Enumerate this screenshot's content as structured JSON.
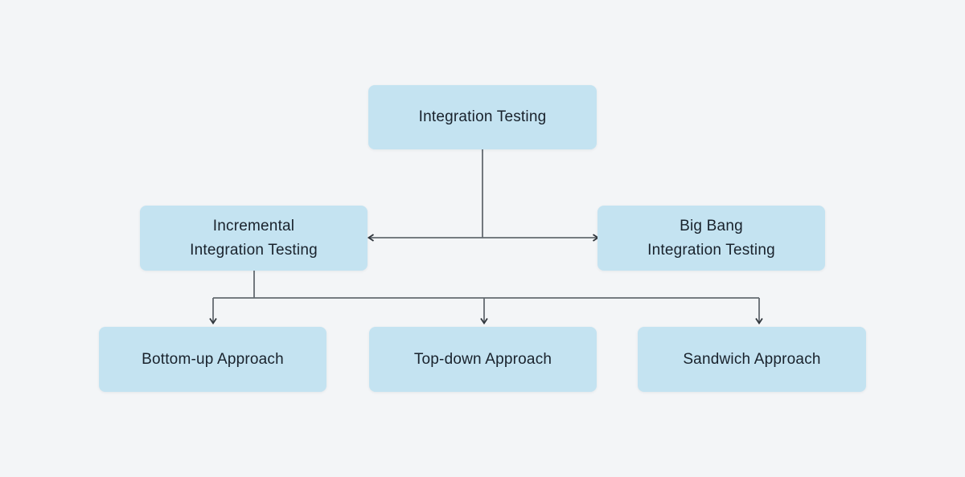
{
  "diagram": {
    "title": "Integration Testing",
    "colors": {
      "background": "#f3f5f7",
      "node_fill": "#c4e3f1",
      "node_text": "#19222c",
      "connector": "#636a70",
      "arrowhead": "#2f353b"
    },
    "nodes": {
      "root": {
        "label": "Integration Testing",
        "lines": [
          "Integration Testing"
        ]
      },
      "incremental": {
        "label": "Incremental Integration Testing",
        "lines": [
          "Incremental",
          "Integration Testing"
        ]
      },
      "big_bang": {
        "label": "Big Bang Integration Testing",
        "lines": [
          "Big Bang",
          "Integration Testing"
        ]
      },
      "bottom_up": {
        "label": "Bottom-up Approach",
        "lines": [
          "Bottom-up Approach"
        ]
      },
      "top_down": {
        "label": "Top-down Approach",
        "lines": [
          "Top-down Approach"
        ]
      },
      "sandwich": {
        "label": "Sandwich Approach",
        "lines": [
          "Sandwich Approach"
        ]
      }
    },
    "edges": [
      {
        "from": "root",
        "to": "incremental",
        "arrow": "into-incremental"
      },
      {
        "from": "root",
        "to": "big_bang",
        "arrow": "into-big-bang"
      },
      {
        "from": "incremental",
        "to": "bottom_up",
        "arrow": "down"
      },
      {
        "from": "incremental",
        "to": "top_down",
        "arrow": "down"
      },
      {
        "from": "incremental",
        "to": "sandwich",
        "arrow": "down"
      }
    ]
  }
}
